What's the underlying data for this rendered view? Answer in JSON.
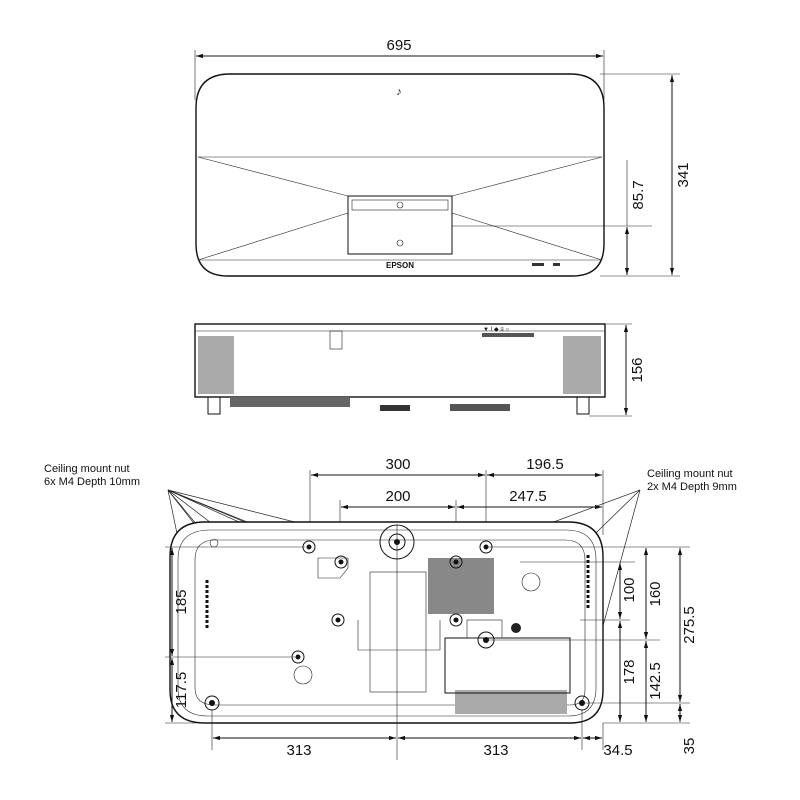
{
  "top_view": {
    "width_dim": "695",
    "depth_dim": "341",
    "lens_dim": "85.7",
    "brand": "EPSON"
  },
  "side_view": {
    "height_dim": "156"
  },
  "bottom_view": {
    "note_left_line1": "Ceiling mount nut",
    "note_left_line2": "6x  M4 Depth 10mm",
    "note_right_line1": "Ceiling mount nut",
    "note_right_line2": "2x  M4 Depth 9mm",
    "dim_300": "300",
    "dim_196_5": "196.5",
    "dim_200": "200",
    "dim_247_5": "247.5",
    "dim_185": "185",
    "dim_117_5": "117.5",
    "dim_100": "100",
    "dim_160": "160",
    "dim_275_5": "275.5",
    "dim_178": "178",
    "dim_142_5": "142.5",
    "dim_313_left": "313",
    "dim_313_right": "313",
    "dim_34_5": "34.5",
    "dim_35": "35"
  }
}
